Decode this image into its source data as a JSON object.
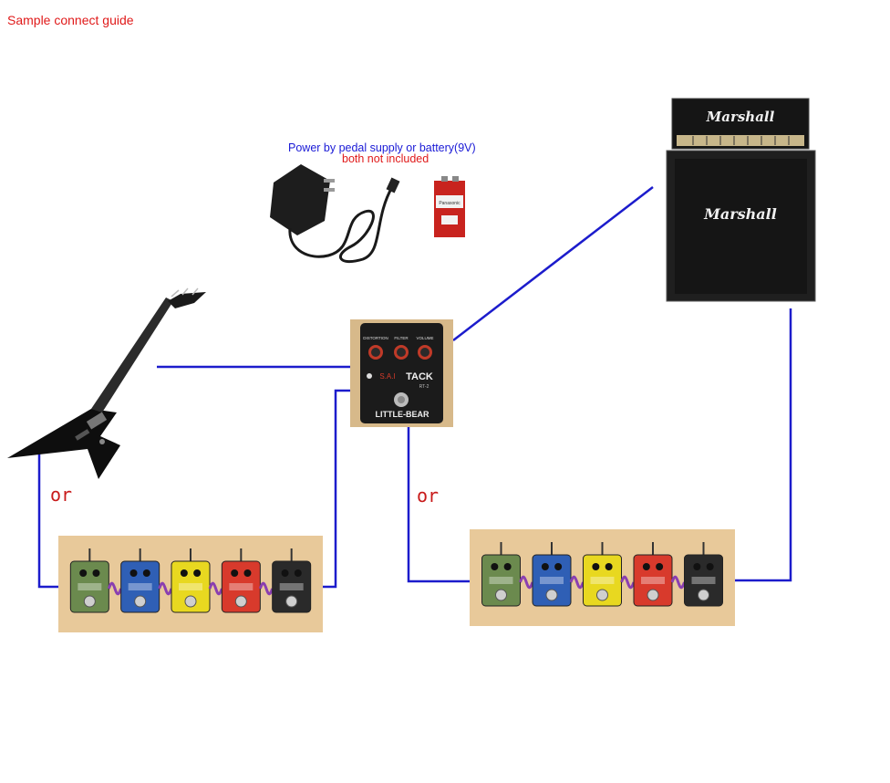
{
  "title": "Sample connect guide",
  "power": {
    "line1": "Power by pedal supply or battery(9V)",
    "line2": "both not included"
  },
  "or_labels": [
    "or",
    "or"
  ],
  "amp": {
    "brand_head": "Marshall",
    "brand_cab": "Marshall"
  },
  "pedal": {
    "knobs": [
      "DISTORTION",
      "FILTER",
      "VOLUME"
    ],
    "name_prefix": "S.A.I",
    "name": "TACK",
    "model": "RT-2",
    "brand": "LITTLE-BEAR"
  },
  "battery": {
    "brand": "Panasonic"
  },
  "colors": {
    "cable": "#1c1ccc",
    "title_red": "#e01a1a",
    "power_blue": "#1a1ad6"
  },
  "pedal_chain_colors": [
    "#6b8a4e",
    "#2f5fb5",
    "#e8d820",
    "#d83a2c",
    "#2a2a2a"
  ]
}
